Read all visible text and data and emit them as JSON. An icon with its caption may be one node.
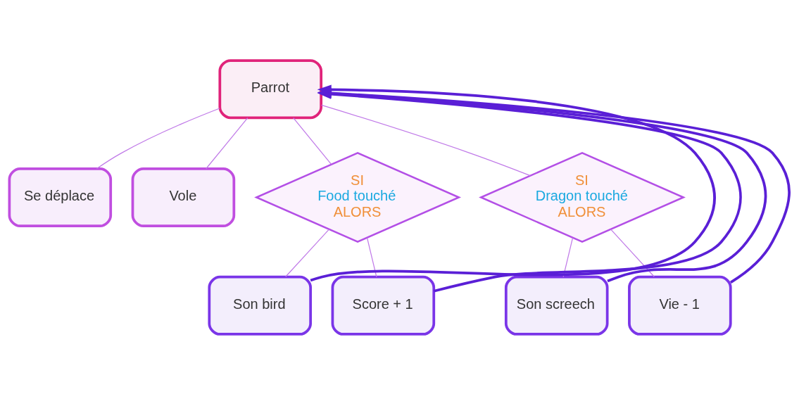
{
  "diagram": {
    "nodes": [
      {
        "text": [
          "Parrot"
        ]
      },
      {
        "text": [
          "Se déplace"
        ]
      },
      {
        "text": [
          "Vole"
        ]
      },
      {
        "text": [
          "SI",
          "Food touché",
          "ALORS"
        ]
      },
      {
        "text": [
          "SI",
          "Dragon touché",
          "ALORS"
        ]
      },
      {
        "text": [
          "Son bird"
        ]
      },
      {
        "text": [
          "Score + 1"
        ]
      },
      {
        "text": [
          "Son screech"
        ]
      },
      {
        "text": [
          "Vie - 1"
        ]
      }
    ],
    "edges": [
      {
        "from": 0,
        "to": 1,
        "arrow": "none"
      },
      {
        "from": 0,
        "to": 2,
        "arrow": "none"
      },
      {
        "from": 0,
        "to": 3,
        "arrow": "none"
      },
      {
        "from": 0,
        "to": 4,
        "arrow": "none"
      },
      {
        "from": 3,
        "to": 5,
        "arrow": "none"
      },
      {
        "from": 3,
        "to": 6,
        "arrow": "none"
      },
      {
        "from": 4,
        "to": 7,
        "arrow": "none"
      },
      {
        "from": 4,
        "to": 8,
        "arrow": "none"
      },
      {
        "from": 5,
        "to": 0,
        "arrow": "to",
        "style": "thick",
        "color": "#5a1fd6"
      },
      {
        "from": 6,
        "to": 0,
        "arrow": "to",
        "style": "thick",
        "color": "#5a1fd6"
      },
      {
        "from": 7,
        "to": 0,
        "arrow": "to",
        "style": "thick",
        "color": "#5a1fd6"
      },
      {
        "from": 8,
        "to": 0,
        "arrow": "to",
        "style": "thick",
        "color": "#5a1fd6"
      }
    ]
  }
}
